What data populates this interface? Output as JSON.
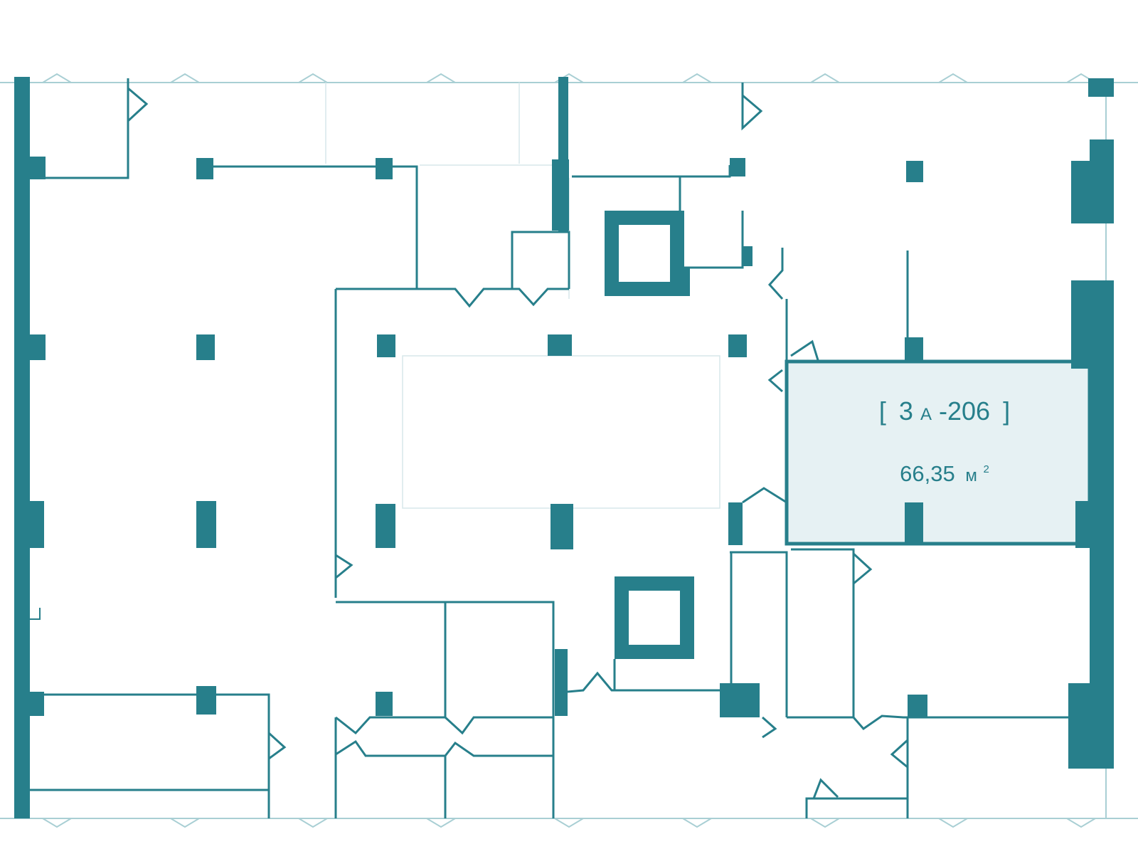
{
  "unit": {
    "bracket_open": "[",
    "code_main": "3",
    "code_small": "A",
    "code_rest": "-206",
    "bracket_close": "]",
    "area_value": "66,35",
    "area_unit": "м",
    "area_sup": "2"
  },
  "colors": {
    "wall": "#277f8b",
    "highlight_fill": "#e6f1f3",
    "glass": "#a9cfd4",
    "background": "#ffffff"
  }
}
